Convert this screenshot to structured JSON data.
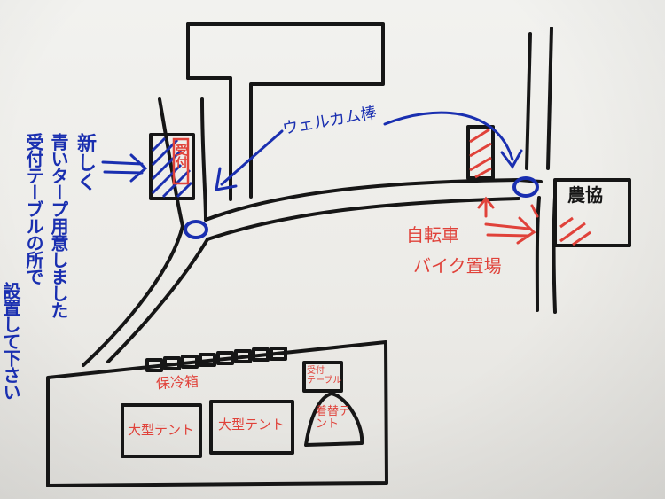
{
  "colors": {
    "ink": "#161616",
    "blue": "#1a2fb0",
    "red": "#e0423a",
    "paper": "#efeeea"
  },
  "labels": {
    "wellkome": "ウェルカム棒",
    "ukeru": "受付",
    "nojou": "農協",
    "bike_line1": "自転車",
    "bike_line2": "バイク置場",
    "storage": "保冷箱",
    "booth": "受付\nテーブル",
    "tent_left": "大型テント",
    "tent_right": "大型テント",
    "changing_tent": "着替テント"
  },
  "note": {
    "col1": "新しく",
    "col2": "青いタープ用意しました",
    "col3": "受付テーブルの所で",
    "col4": "設置して下さい"
  }
}
